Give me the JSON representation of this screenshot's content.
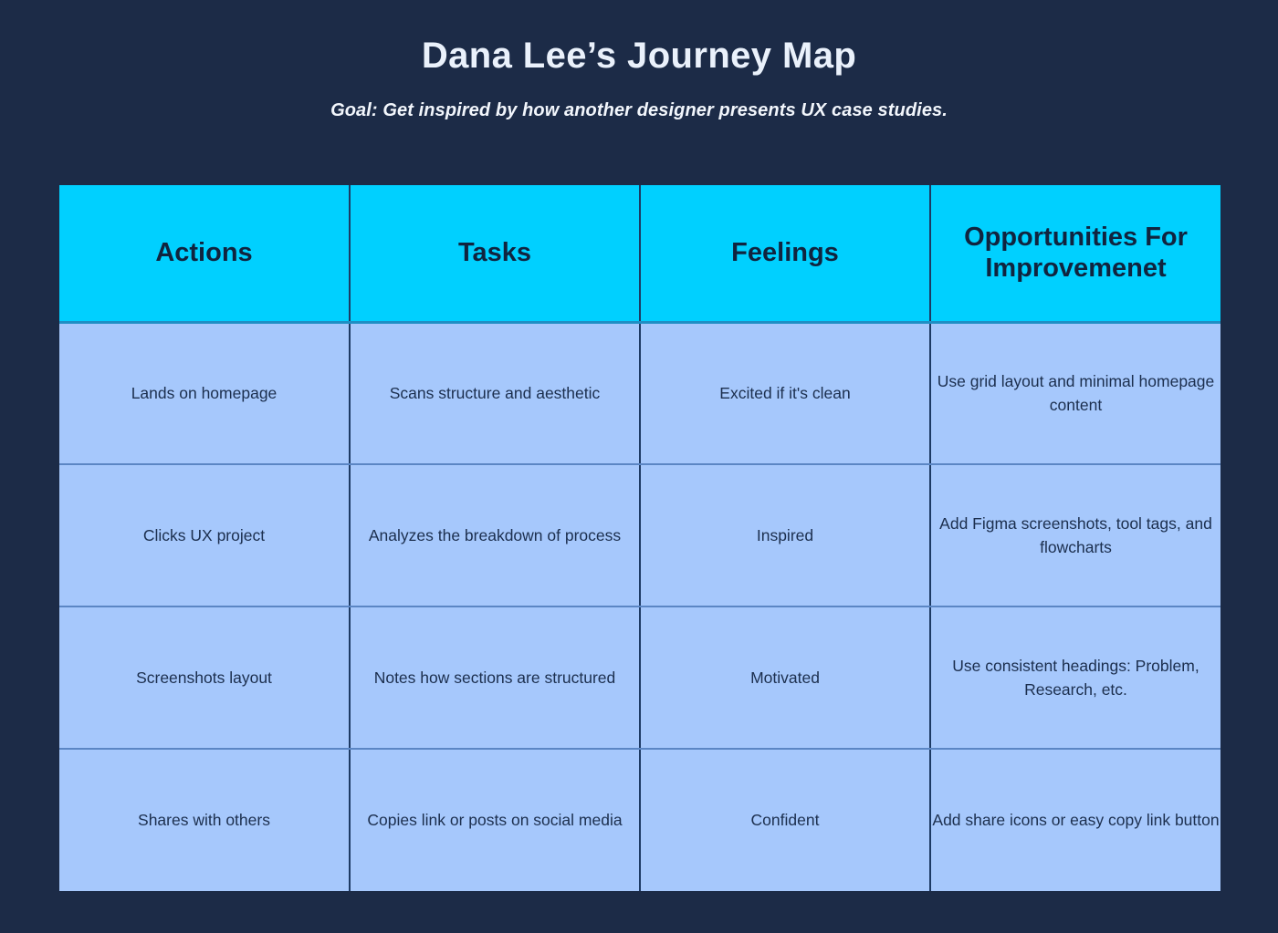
{
  "header": {
    "title": "Dana Lee’s Journey Map",
    "subtitle": "Goal: Get inspired by how another designer presents UX case studies."
  },
  "colors": {
    "background": "#1c2b47",
    "header_row": "#00d0ff",
    "body_cell": "#a6c8fc",
    "header_text": "#10243f",
    "body_text": "#1c2f4e",
    "title_text": "#eaf1fb",
    "divider_vertical": "#1d3a63",
    "divider_horizontal": "#5b86c4"
  },
  "table": {
    "columns": [
      {
        "label": "Actions"
      },
      {
        "label": "Tasks"
      },
      {
        "label": "Feelings"
      },
      {
        "label": "Opportunities For Improvemenet"
      }
    ],
    "rows": [
      {
        "action": "Lands on homepage",
        "task": "Scans structure and aesthetic",
        "feeling": "Excited if it's clean",
        "opportunity": "Use grid layout and minimal homepage content"
      },
      {
        "action": "Clicks UX project",
        "task": "Analyzes the breakdown of process",
        "feeling": "Inspired",
        "opportunity": "Add Figma screenshots, tool tags, and flowcharts"
      },
      {
        "action": "Screenshots layout",
        "task": "Notes how sections are structured",
        "feeling": "Motivated",
        "opportunity": "Use consistent headings: Problem, Research, etc."
      },
      {
        "action": "Shares with others",
        "task": "Copies link or posts on social media",
        "feeling": "Confident",
        "opportunity": "Add share icons or easy copy link button"
      }
    ]
  }
}
